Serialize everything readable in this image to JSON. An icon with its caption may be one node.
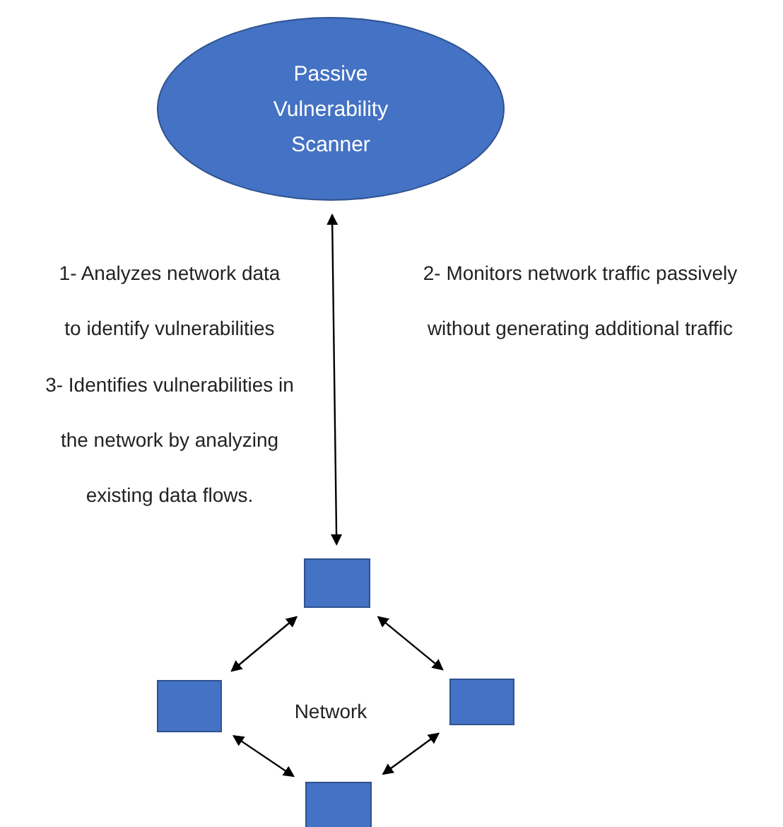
{
  "diagram": {
    "nodes": [
      {
        "text": [
          "Passive Vulnerability Scanner"
        ]
      },
      {
        "text": [],
        "shape": "box"
      },
      {
        "text": [],
        "shape": "box"
      },
      {
        "text": [],
        "shape": "box"
      },
      {
        "text": [],
        "shape": "box"
      }
    ],
    "edges": [
      {
        "from": 0,
        "to": 1,
        "arrow": "both"
      },
      {
        "from": 1,
        "to": 2,
        "arrow": "both"
      },
      {
        "from": 1,
        "to": 3,
        "arrow": "both"
      },
      {
        "from": 2,
        "to": 4,
        "arrow": "both"
      },
      {
        "from": 3,
        "to": 4,
        "arrow": "both"
      }
    ],
    "labels": [
      "1- Analyzes network data to identify vulnerabilities",
      "2- Monitors network traffic passively without generating additional traffic",
      "3- Identifies vulnerabilities in the network by analyzing existing data flows.",
      "Network"
    ]
  }
}
